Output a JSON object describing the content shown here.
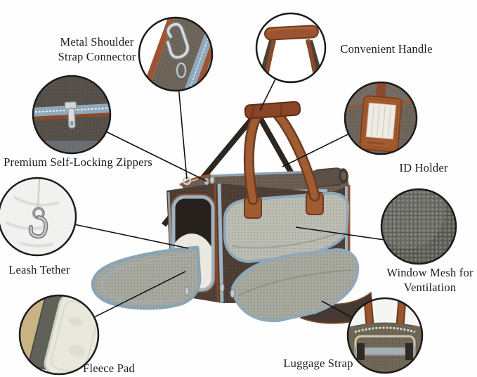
{
  "diagram": {
    "subject": "pet carrier feature callouts",
    "background": "#fefefe",
    "line_color": "#141414",
    "text_color": "#1c1c1c"
  },
  "callouts": [
    {
      "id": "metal-strap-connector",
      "label": "Metal Shoulder\nStrap Connector",
      "icon": "carabiner-clip-icon"
    },
    {
      "id": "convenient-handle",
      "label": "Convenient Handle",
      "icon": "leather-handle-icon"
    },
    {
      "id": "self-locking-zippers",
      "label": "Premium Self-Locking Zippers",
      "icon": "zipper-pull-icon"
    },
    {
      "id": "id-holder",
      "label": "ID Holder",
      "icon": "luggage-tag-icon"
    },
    {
      "id": "leash-tether",
      "label": "Leash Tether",
      "icon": "leash-clip-icon"
    },
    {
      "id": "window-mesh",
      "label": "Window Mesh for\nVentilation",
      "icon": "mesh-texture-icon"
    },
    {
      "id": "fleece-pad",
      "label": "Fleece Pad",
      "icon": "pad-layers-icon"
    },
    {
      "id": "luggage-strap",
      "label": "Luggage Strap",
      "icon": "strap-panel-icon"
    }
  ],
  "colors": {
    "bag_fabric": "#4d3e35",
    "bag_top": "#6a5c50",
    "leather": "#9a5530",
    "leather_dark": "#6f3a1f",
    "trim_blue": "#8fa9ba",
    "piping_brown": "#9c5434",
    "mesh_light": "#bcbeb4",
    "mesh_mid": "#a8aaa0",
    "fleece": "#ebe8df"
  }
}
